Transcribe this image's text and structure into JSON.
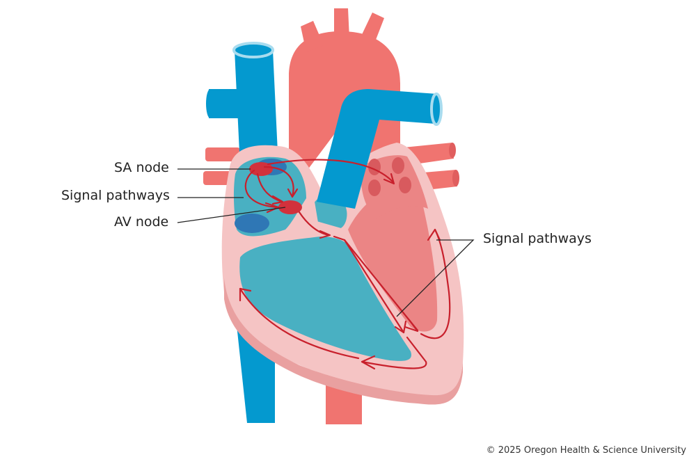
{
  "labels": {
    "sa_node": "SA node",
    "signal_pathways_left": "Signal pathways",
    "av_node": "AV node",
    "signal_pathways_right": "Signal pathways"
  },
  "copyright": "© 2025 Oregon Health & Science University",
  "colors": {
    "vein_blue": "#0499cf",
    "artery_red": "#f07470",
    "muscle_pink": "#f5c4c4",
    "right_chamber_teal": "#49b0c2",
    "left_chamber_pink": "#eb8585",
    "node_red": "#d2313c",
    "signal_red": "#c8202c"
  }
}
